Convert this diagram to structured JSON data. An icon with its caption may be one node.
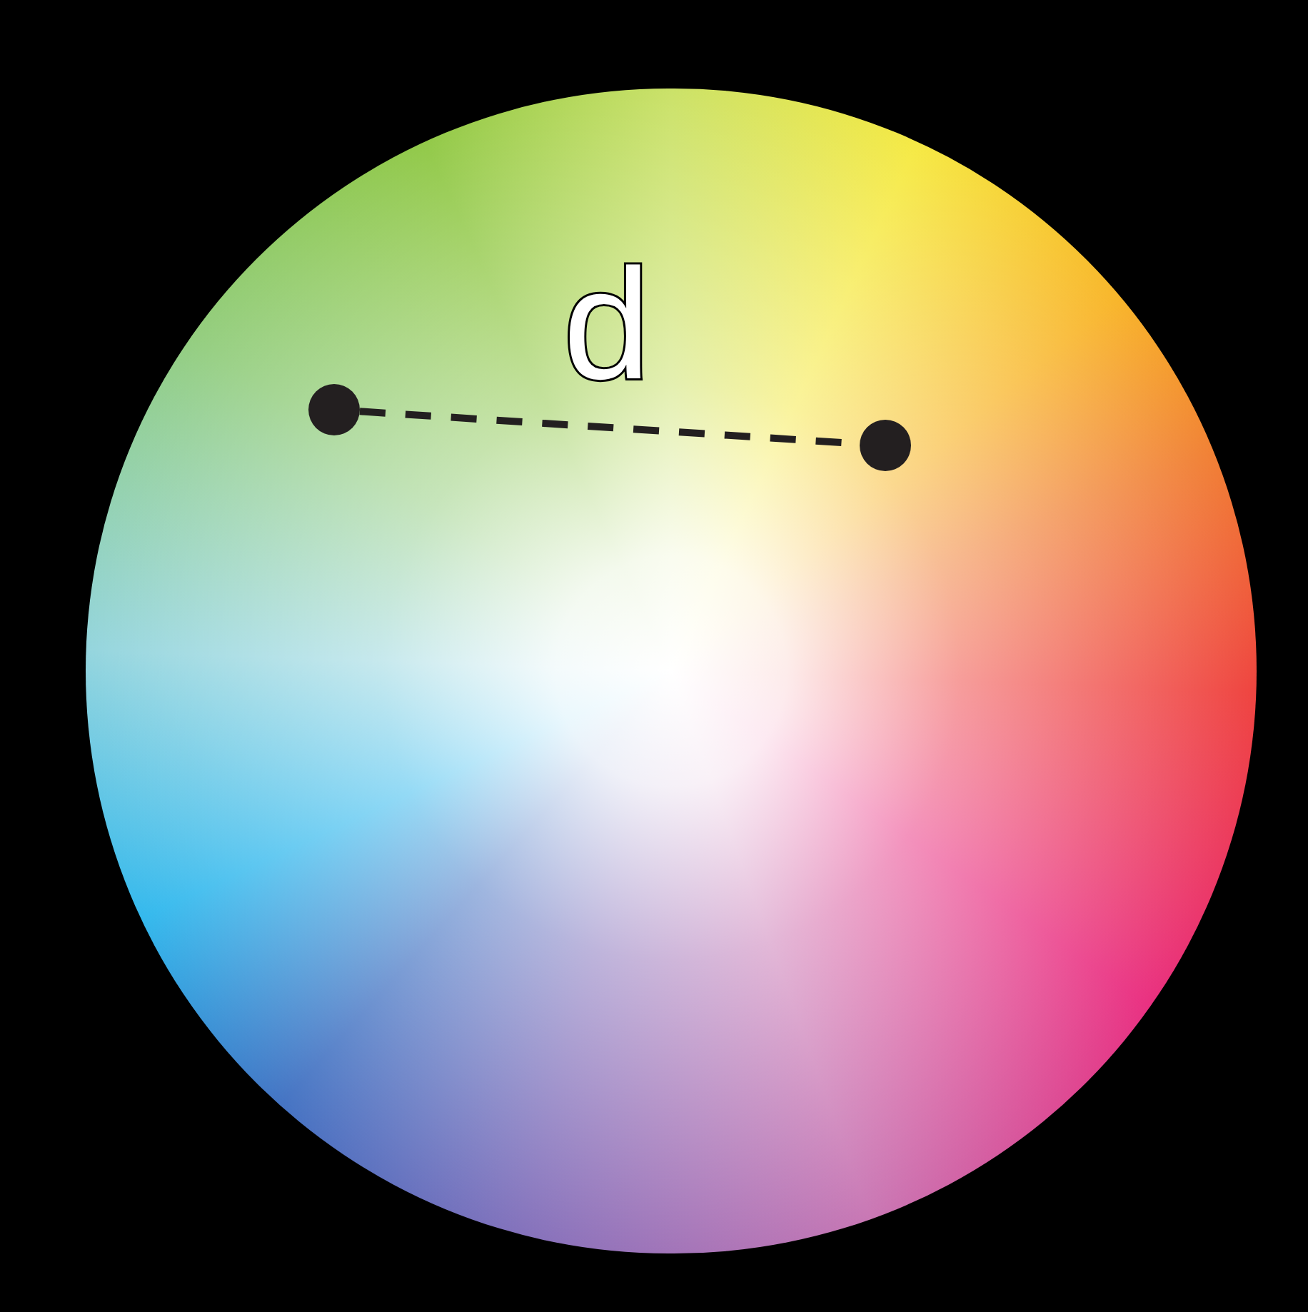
{
  "diagram": {
    "nodes": [
      {
        "text": [],
        "shape": "circle"
      },
      {
        "text": [],
        "shape": "circle"
      }
    ],
    "edges": [
      {
        "from": 0,
        "to": 1,
        "arrow": "none",
        "style": "dashed",
        "label": "d"
      }
    ]
  }
}
